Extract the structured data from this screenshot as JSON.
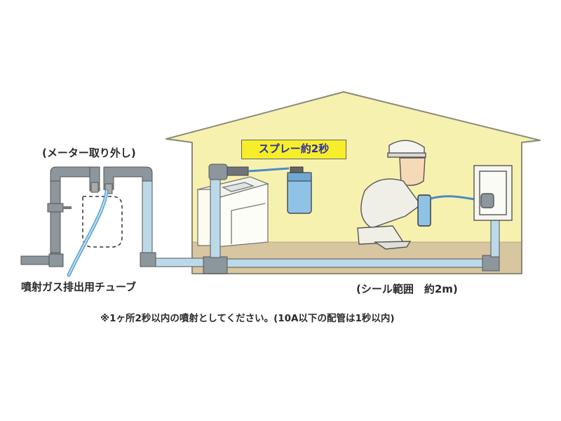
{
  "labels": {
    "meter_removed": "(メーター取り外し)",
    "spray": "スプレー約2秒",
    "exhaust_tube": "噴射ガス排出用チューブ",
    "seal_range": "(シール範囲　約2m)",
    "note": "※1ヶ所2秒以内の噴射としてください。(10A以下の配管は1秒以内)"
  },
  "colors": {
    "house_wall": "#f7f1b0",
    "house_outline": "#8a8a7a",
    "floor": "#d7c5a0",
    "pipe_gray": "#8c969c",
    "pipe_blue": "#bcd9ea",
    "spray_label_bg": "#f6ee2a",
    "spray_label_text": "#2f2fa0"
  }
}
